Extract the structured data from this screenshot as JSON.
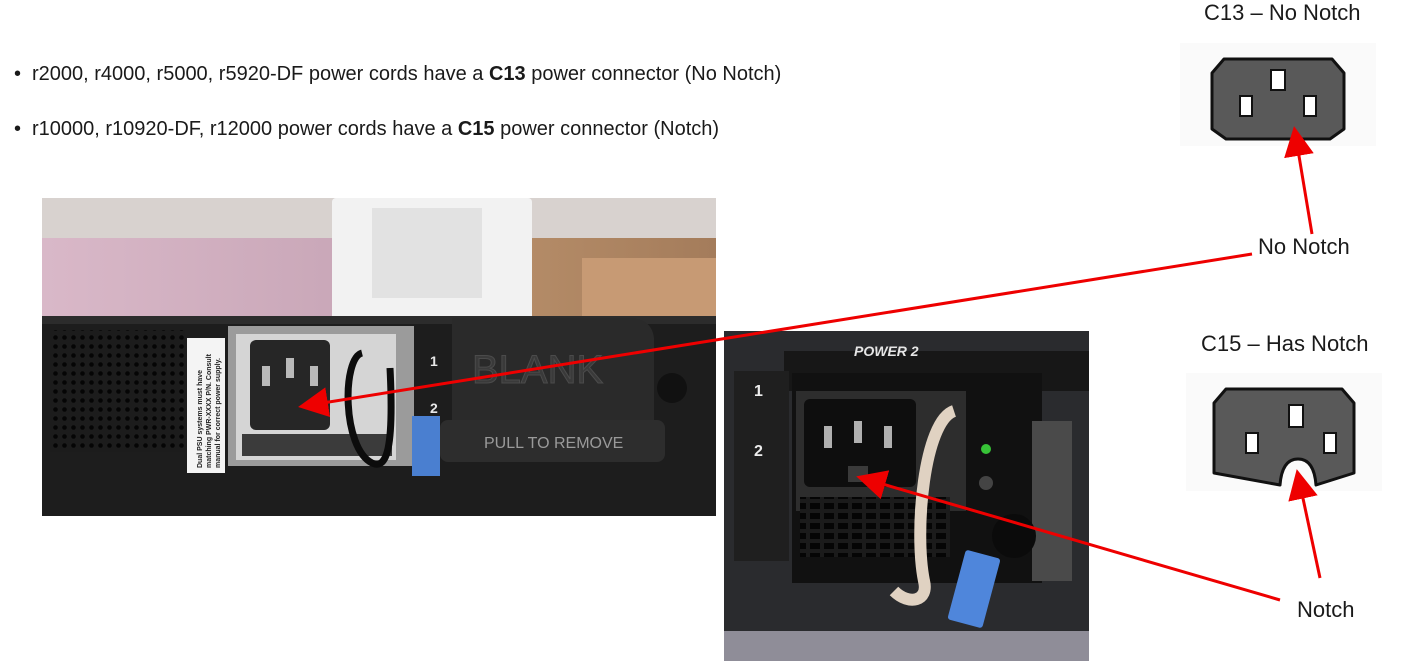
{
  "bullets": [
    {
      "before": "r2000, r4000, r5000, r5920-DF power cords have a ",
      "bold": "C13",
      "after": " power connector (No Notch)"
    },
    {
      "before": "r10000, r10920-DF, r12000 power cords have a ",
      "bold": "C15",
      "after": " power connector (Notch)"
    }
  ],
  "connectors": {
    "c13": {
      "title": "C13 – No Notch",
      "callout": "No Notch"
    },
    "c15": {
      "title": "C15 – Has Notch",
      "callout": "Notch"
    }
  },
  "photo1": {
    "slot1": "1",
    "slot2": "2",
    "blank_text": "BLANK",
    "pull_text": "PULL TO REMOVE",
    "warning_lines": [
      "Dual PSU systems must have",
      "matching PWR-XXXX P/N. Consult",
      "manual for correct power supply."
    ]
  },
  "photo2": {
    "power_label": "POWER 2",
    "slot1": "1",
    "slot2": "2"
  },
  "colors": {
    "arrow": "#ee0000",
    "connector_body": "#595959"
  }
}
